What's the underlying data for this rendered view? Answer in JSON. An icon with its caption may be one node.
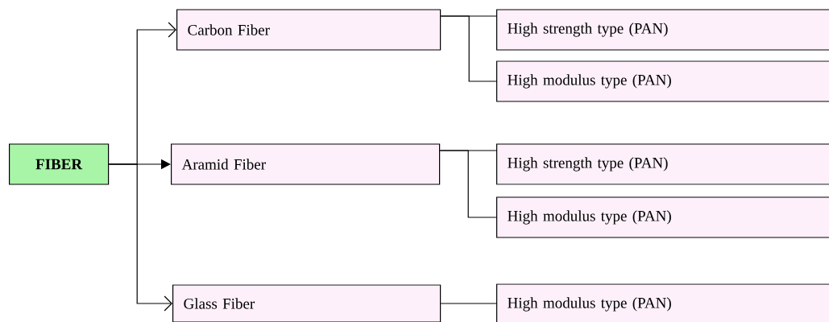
{
  "diagram": {
    "nodes": [
      {
        "text": [
          "FIBER"
        ]
      },
      {
        "text": [
          "Carbon Fiber"
        ]
      },
      {
        "text": [
          "Aramid Fiber"
        ]
      },
      {
        "text": [
          "Glass Fiber"
        ]
      },
      {
        "text": [
          "High strength type (PAN)"
        ]
      },
      {
        "text": [
          "High modulus type (PAN)"
        ]
      },
      {
        "text": [
          "High strength type (PAN)"
        ]
      },
      {
        "text": [
          "High modulus type (PAN)"
        ]
      },
      {
        "text": [
          "High modulus type (PAN)"
        ]
      }
    ],
    "edges": [
      {
        "from": 0,
        "to": 1,
        "arrow": "to"
      },
      {
        "from": 0,
        "to": 2,
        "arrow": "to"
      },
      {
        "from": 0,
        "to": 3,
        "arrow": "to"
      },
      {
        "from": 1,
        "to": 4,
        "arrow": "none"
      },
      {
        "from": 1,
        "to": 5,
        "arrow": "none"
      },
      {
        "from": 2,
        "to": 6,
        "arrow": "none"
      },
      {
        "from": 2,
        "to": 7,
        "arrow": "none"
      },
      {
        "from": 3,
        "to": 8,
        "arrow": "none"
      }
    ]
  }
}
